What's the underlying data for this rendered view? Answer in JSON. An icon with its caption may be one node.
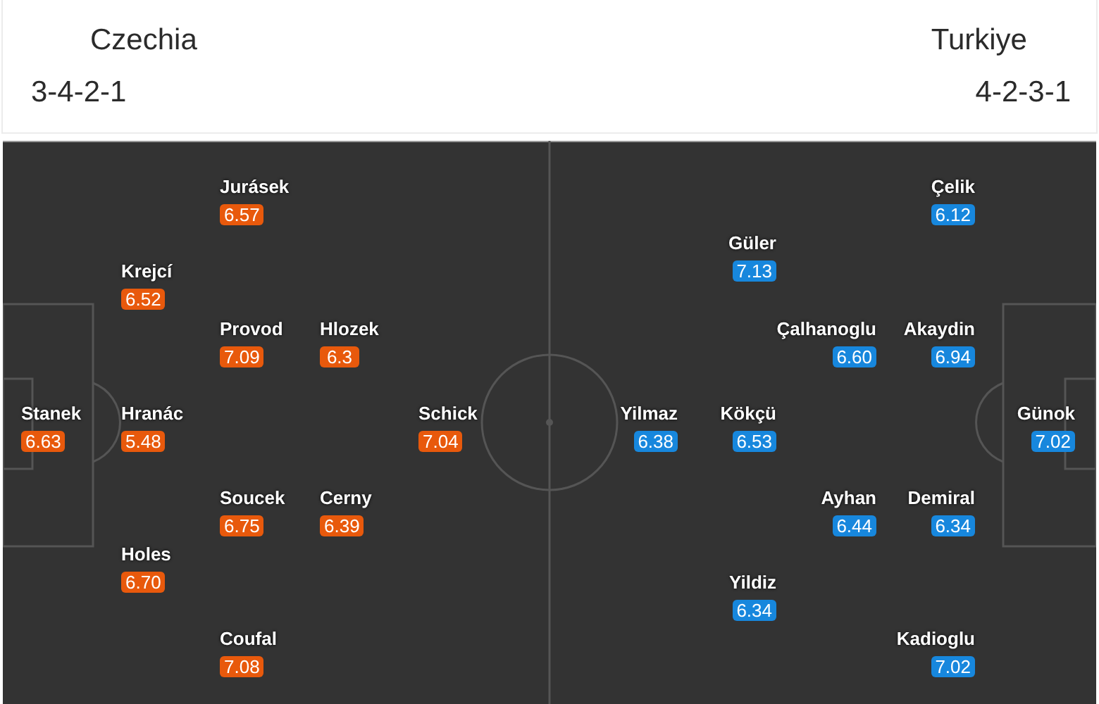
{
  "diagram": {
    "nodes": [
      {
        "text": [
          "6.63"
        ],
        "beside": [
          "Stanek"
        ]
      },
      {
        "text": [
          "6.52"
        ],
        "beside": [
          "Krejcí"
        ]
      },
      {
        "text": [
          "5.48"
        ],
        "beside": [
          "Hranác"
        ]
      },
      {
        "text": [
          "6.70"
        ],
        "beside": [
          "Holes"
        ]
      },
      {
        "text": [
          "6.57"
        ],
        "beside": [
          "Jurásek"
        ]
      },
      {
        "text": [
          "7.09"
        ],
        "beside": [
          "Provod"
        ]
      },
      {
        "text": [
          "6.75"
        ],
        "beside": [
          "Soucek"
        ]
      },
      {
        "text": [
          "7.08"
        ],
        "beside": [
          "Coufal"
        ]
      },
      {
        "text": [
          "6.3"
        ],
        "beside": [
          "Hlozek"
        ]
      },
      {
        "text": [
          "6.39"
        ],
        "beside": [
          "Cerny"
        ]
      },
      {
        "text": [
          "7.04"
        ],
        "beside": [
          "Schick"
        ]
      },
      {
        "text": [
          "6.38"
        ],
        "beside": [
          "Yilmaz"
        ]
      },
      {
        "text": [
          "7.13"
        ],
        "beside": [
          "Güler"
        ]
      },
      {
        "text": [
          "6.53"
        ],
        "beside": [
          "Kökçü"
        ]
      },
      {
        "text": [
          "6.34"
        ],
        "beside": [
          "Yildiz"
        ]
      },
      {
        "text": [
          "6.60"
        ],
        "beside": [
          "Çalhanoglu"
        ]
      },
      {
        "text": [
          "6.44"
        ],
        "beside": [
          "Ayhan"
        ]
      },
      {
        "text": [
          "6.12"
        ],
        "beside": [
          "Çelik"
        ]
      },
      {
        "text": [
          "6.94"
        ],
        "beside": [
          "Akaydin"
        ]
      },
      {
        "text": [
          "6.34"
        ],
        "beside": [
          "Demiral"
        ]
      },
      {
        "text": [
          "7.02"
        ],
        "beside": [
          "Kadioglu"
        ]
      },
      {
        "text": [
          "7.02"
        ],
        "beside": [
          "Günok"
        ]
      }
    ],
    "labels": [
      "Czechia",
      "3-4-2-1",
      "Turkiye",
      "4-2-3-1"
    ]
  }
}
